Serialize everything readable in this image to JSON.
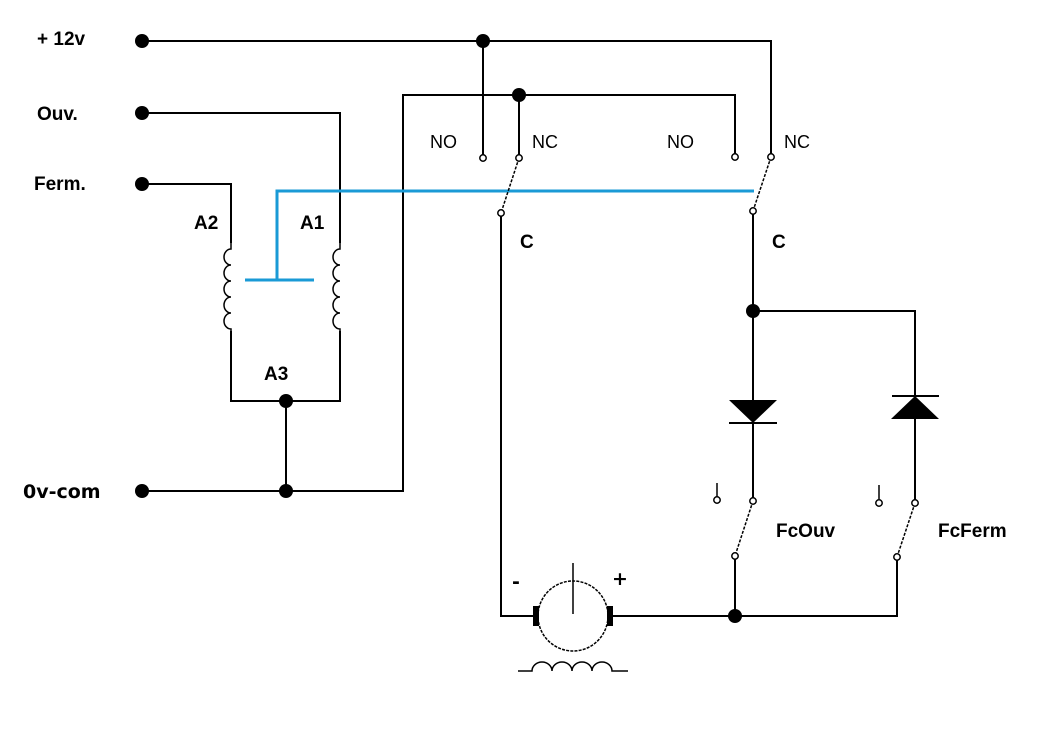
{
  "diagram": {
    "title": "",
    "terminals": [
      {
        "id": "plus12v",
        "label": "+ 12v"
      },
      {
        "id": "ouv",
        "label": "Ouv."
      },
      {
        "id": "ferm",
        "label": "Ferm."
      },
      {
        "id": "0vcom",
        "label": "0v-com"
      }
    ],
    "relay_coils": {
      "a2": "A2",
      "a1": "A1",
      "a3": "A3"
    },
    "relay_left": {
      "no": "NO",
      "nc": "NC",
      "c": "C"
    },
    "relay_right": {
      "no": "NO",
      "nc": "NC",
      "c": "C"
    },
    "limit_switches": {
      "fc_ouv": "FcOuv",
      "fc_ferm": "FcFerm"
    },
    "motor": {
      "minus": "-",
      "plus": "+"
    },
    "colors": {
      "wire": "#000000",
      "mechanical_link": "#1a9ad6"
    }
  }
}
